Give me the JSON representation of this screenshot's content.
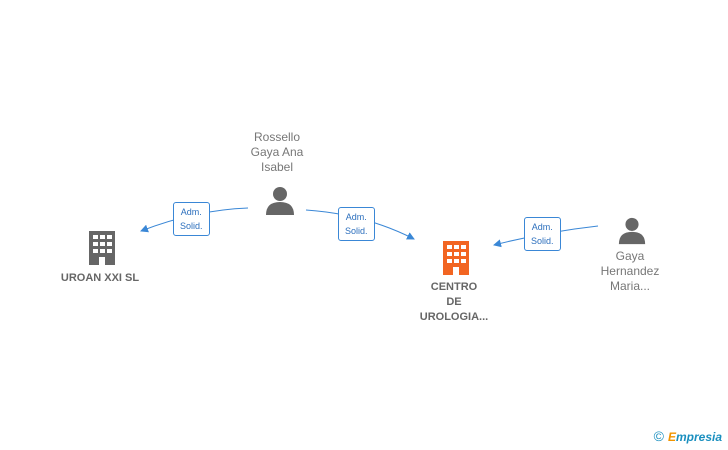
{
  "diagram": {
    "nodes": [
      {
        "id": "person1",
        "type": "person",
        "label": "Rossello\nGaya Ana\nIsabel",
        "icon": "person-icon"
      },
      {
        "id": "person2",
        "type": "person",
        "label": "Gaya\nHernandez\nMaria...",
        "icon": "person-icon"
      },
      {
        "id": "company1",
        "type": "company",
        "label": "UROAN XXI SL",
        "icon": "building-icon"
      },
      {
        "id": "company2",
        "type": "company-main",
        "label": "CENTRO\nDE\nUROLOGIA...",
        "icon": "building-icon"
      }
    ],
    "edges": [
      {
        "from": "person1",
        "to": "company1",
        "label": "Adm.\nSolid."
      },
      {
        "from": "person1",
        "to": "company2",
        "label": "Adm.\nSolid."
      },
      {
        "from": "person2",
        "to": "company2",
        "label": "Adm.\nSolid."
      }
    ]
  },
  "colors": {
    "edge": "#3a87d6",
    "company_icon": "#666666",
    "main_company_icon": "#f26522",
    "person_icon": "#666666"
  },
  "footer": {
    "copyright_symbol": "©",
    "brand_first_letter": "E",
    "brand_rest": "mpresia"
  }
}
